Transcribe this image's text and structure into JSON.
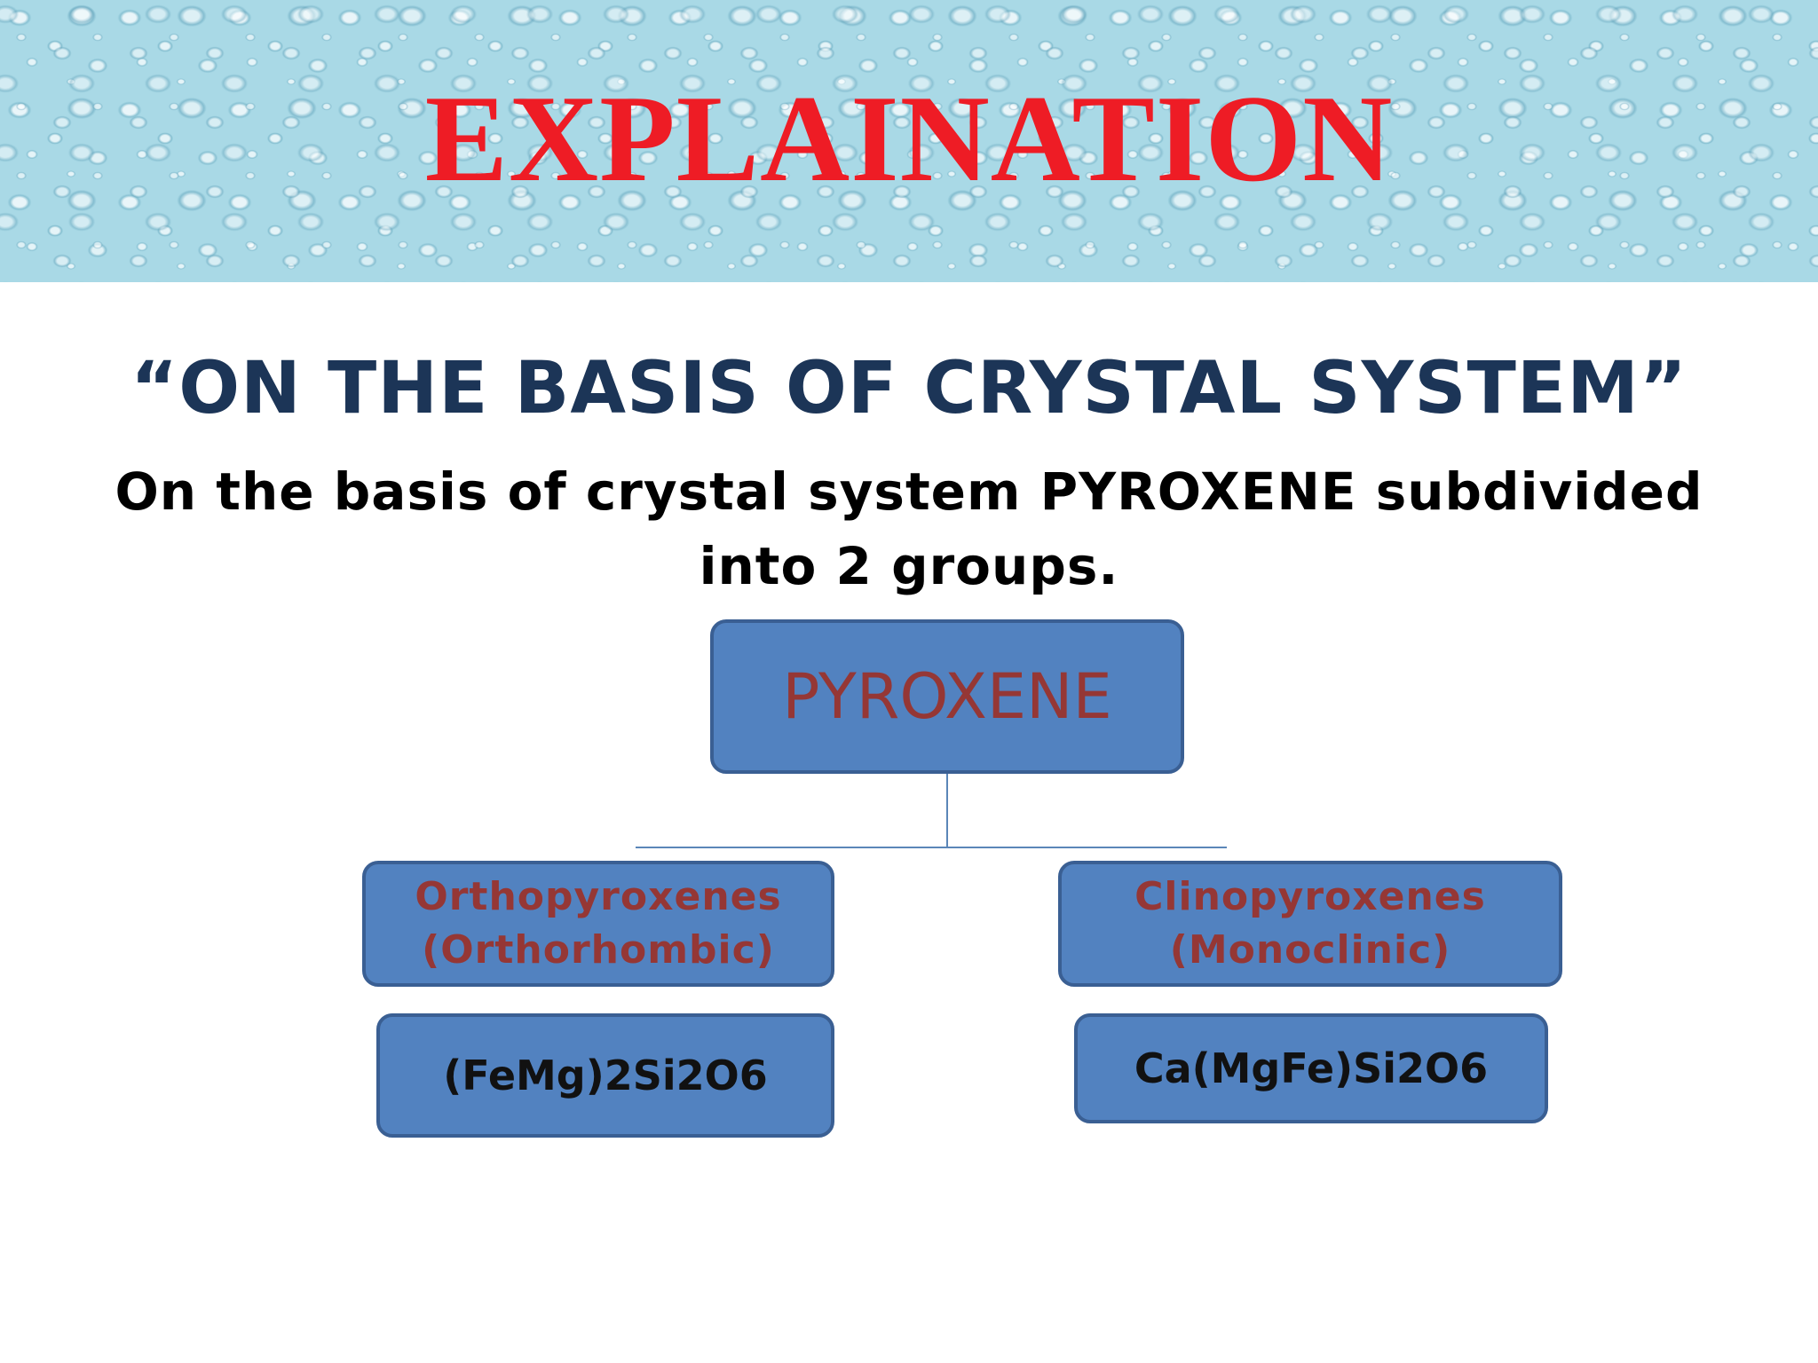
{
  "banner": {
    "title": "EXPLAINATION"
  },
  "heading": "“ON THE BASIS OF CRYSTAL SYSTEM”",
  "subheading": {
    "line1": "On the basis of crystal system PYROXENE subdivided",
    "line2": "into 2 groups."
  },
  "diagram": {
    "root": "PYROXENE",
    "groups": [
      {
        "name": "Orthopyroxenes",
        "system": "(Orthorhombic)",
        "formula": "(FeMg)2Si2O6"
      },
      {
        "name": "Clinopyroxenes",
        "system": "(Monoclinic)",
        "formula": "Ca(MgFe)Si2O6"
      }
    ]
  },
  "colors": {
    "title_red": "#ee1c25",
    "heading_navy": "#1c3557",
    "box_fill": "#5282c0",
    "box_border": "#3a5f93",
    "box_text_maroon": "#953735",
    "connector": "#5b86b8"
  }
}
